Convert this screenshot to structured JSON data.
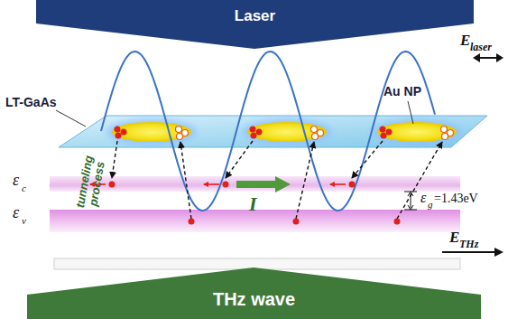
{
  "diagram": {
    "nodes": [
      {
        "text": [
          "Laser"
        ]
      },
      {
        "text": [
          "THz wave"
        ]
      }
    ],
    "labels": [
      "E",
      "laser",
      "LT-GaAs",
      "Au NP",
      "ε",
      "c",
      "ε",
      "v",
      "tunneling process",
      "I",
      "ε",
      "g",
      "=1.43eV",
      "E",
      "THz"
    ]
  }
}
